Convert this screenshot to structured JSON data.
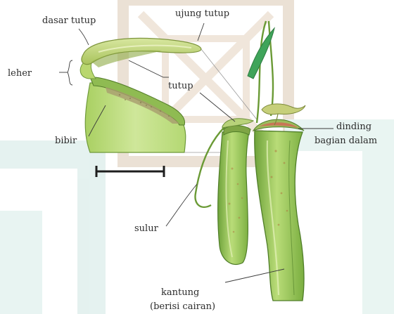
{
  "labels": {
    "dasar_tutup": "dasar tutup",
    "ujung_tutup": "ujung tutup",
    "leher": "leher",
    "tutup": "tutup",
    "bibir": "bibir",
    "dinding_line1": "dinding",
    "dinding_line2": "bagian dalam",
    "sulur": "sulur",
    "kantung_line1": "kantung",
    "kantung_line2": "(berisi cairan)"
  },
  "colors": {
    "watermark": "#dcc9b3",
    "watermark_teal": "#cfe7e3",
    "pitcher_light": "#c9e48a",
    "pitcher_mid": "#9fcf5a",
    "pitcher_dark": "#5f9a2e",
    "rim": "#a8a070",
    "interior_red": "#d06a55"
  }
}
